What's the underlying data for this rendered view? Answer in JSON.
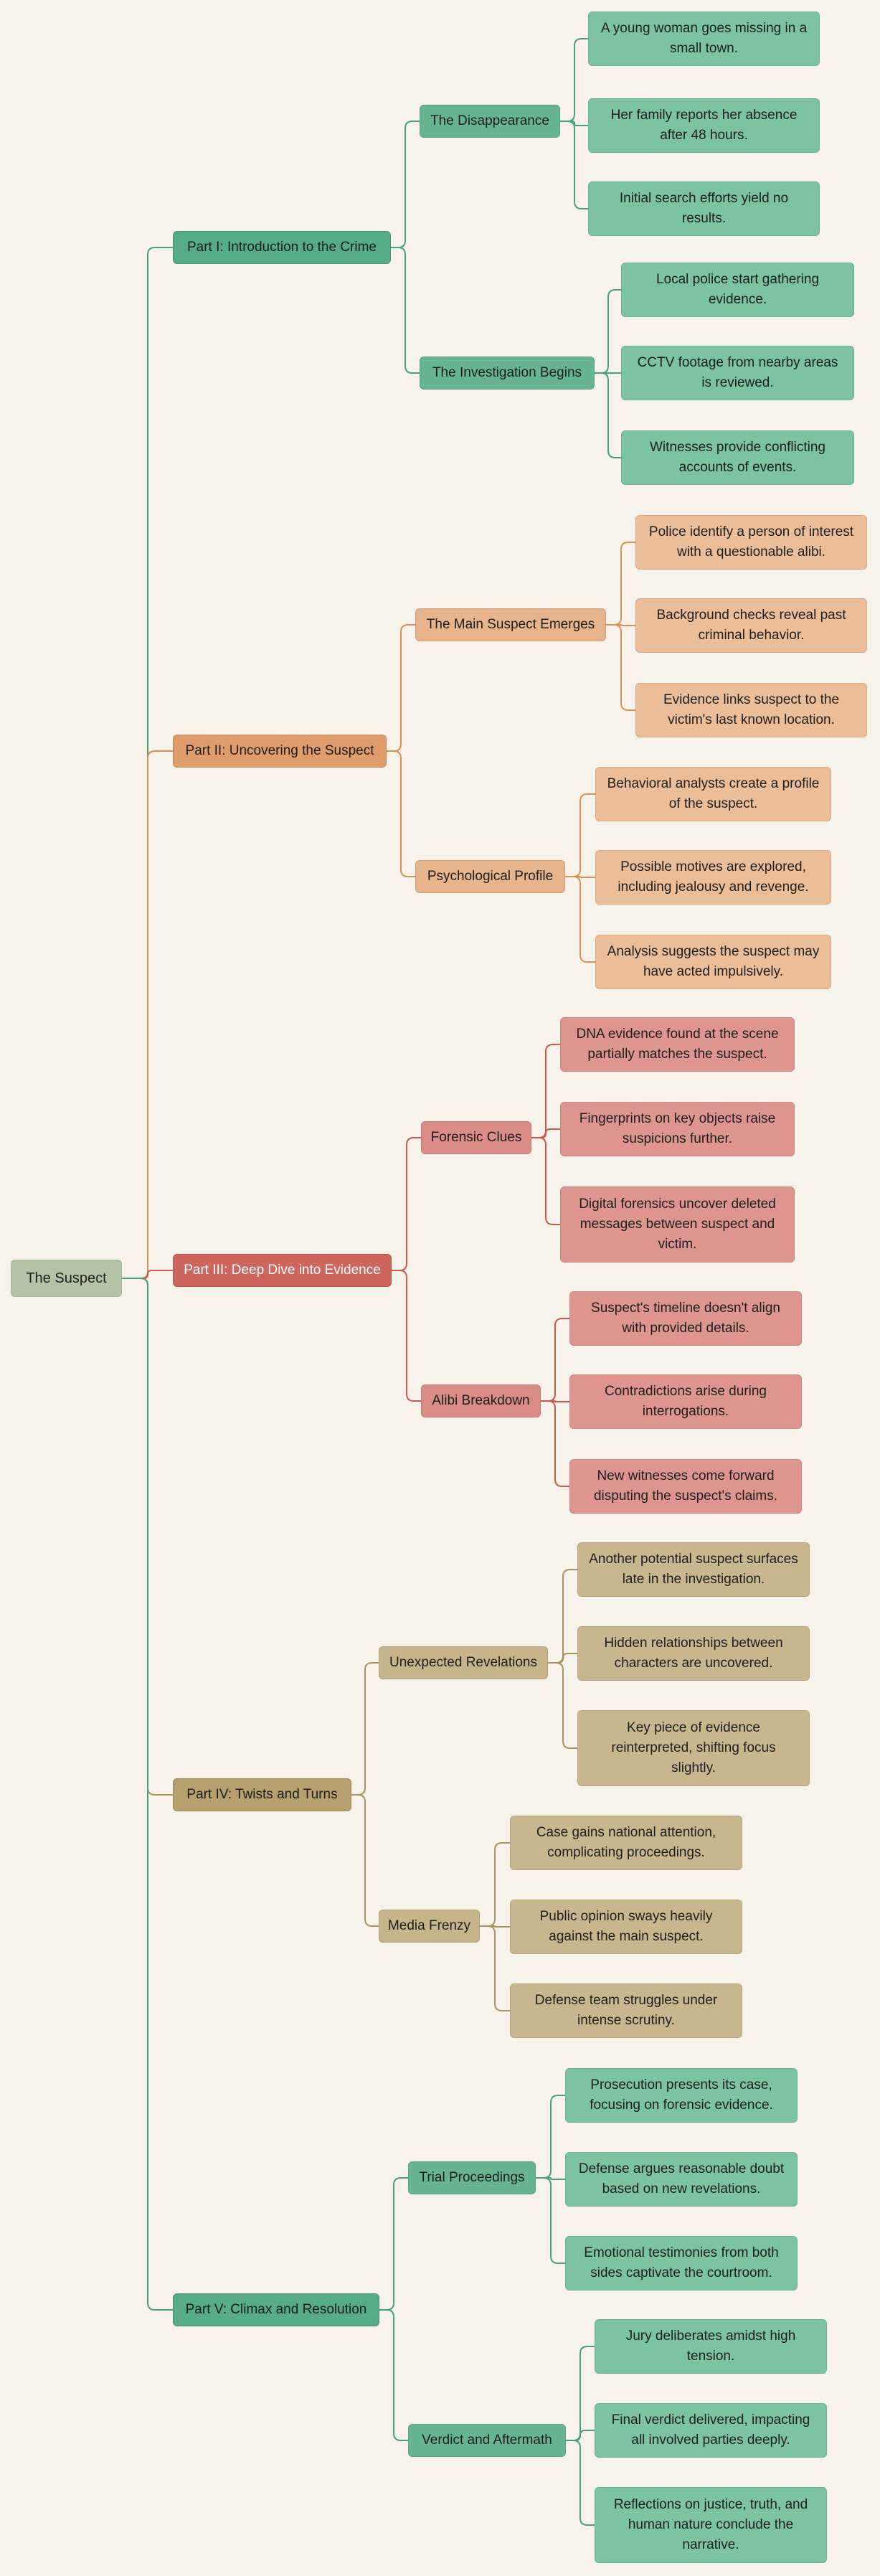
{
  "root": {
    "label": "The Suspect",
    "color": "#b3c3a6"
  },
  "parts": [
    {
      "label": "Part I: Introduction to the Crime",
      "color": "#55ac85",
      "sub_color": "#66b58f",
      "leaf_color": "#7cc3a0",
      "line_color": "#4aa07a",
      "subs": [
        {
          "label": "The Disappearance",
          "leaves": [
            "A young woman goes missing in a small town.",
            "Her family reports her absence after 48 hours.",
            "Initial search efforts yield no results."
          ]
        },
        {
          "label": "The Investigation Begins",
          "leaves": [
            "Local police start gathering evidence.",
            "CCTV footage from nearby areas is reviewed.",
            "Witnesses provide conflicting accounts of events."
          ]
        }
      ]
    },
    {
      "label": "Part II: Uncovering the Suspect",
      "color": "#e19c6c",
      "sub_color": "#e8b48c",
      "leaf_color": "#ebbd98",
      "line_color": "#dd9055",
      "subs": [
        {
          "label": "The Main Suspect Emerges",
          "leaves": [
            "Police identify a person of interest with a questionable alibi.",
            "Background checks reveal past criminal behavior.",
            "Evidence links suspect to the victim's last known location."
          ]
        },
        {
          "label": "Psychological Profile",
          "leaves": [
            "Behavioral analysts create a profile of the suspect.",
            "Possible motives are explored, including jealousy and revenge.",
            "Analysis suggests the suspect may have acted impulsively."
          ]
        }
      ]
    },
    {
      "label": "Part III: Deep Dive into Evidence",
      "color": "#cf665d",
      "sub_color": "#da8c86",
      "leaf_color": "#de9590",
      "line_color": "#c75a50",
      "label_light": true,
      "subs": [
        {
          "label": "Forensic Clues",
          "leaves": [
            "DNA evidence found at the scene partially matches the suspect.",
            "Fingerprints on key objects raise suspicions further.",
            "Digital forensics uncover deleted messages between suspect and victim."
          ]
        },
        {
          "label": "Alibi Breakdown",
          "leaves": [
            "Suspect's timeline doesn't align with provided details.",
            "Contradictions arise during interrogations.",
            "New witnesses come forward disputing the suspect's claims."
          ]
        }
      ]
    },
    {
      "label": "Part IV: Twists and Turns",
      "color": "#b5a06e",
      "sub_color": "#c6b48a",
      "leaf_color": "#c8b78e",
      "line_color": "#a89460",
      "subs": [
        {
          "label": "Unexpected Revelations",
          "leaves": [
            "Another potential suspect surfaces late in the investigation.",
            "Hidden relationships between characters are uncovered.",
            "Key piece of evidence reinterpreted, shifting focus slightly."
          ]
        },
        {
          "label": "Media Frenzy",
          "leaves": [
            "Case gains national attention, complicating proceedings.",
            "Public opinion sways heavily against the main suspect.",
            "Defense team struggles under intense scrutiny."
          ]
        }
      ]
    },
    {
      "label": "Part V: Climax and Resolution",
      "color": "#55ac85",
      "sub_color": "#66b58f",
      "leaf_color": "#7cc3a0",
      "line_color": "#4aa07a",
      "subs": [
        {
          "label": "Trial Proceedings",
          "leaves": [
            "Prosecution presents its case, focusing on forensic evidence.",
            "Defense argues reasonable doubt based on new revelations.",
            "Emotional testimonies from both sides captivate the courtroom."
          ]
        },
        {
          "label": "Verdict and Aftermath",
          "leaves": [
            "Jury deliberates amidst high tension.",
            "Final verdict delivered, impacting all involved parties deeply.",
            "Reflections on justice, truth, and human nature conclude the narrative."
          ]
        }
      ]
    }
  ]
}
